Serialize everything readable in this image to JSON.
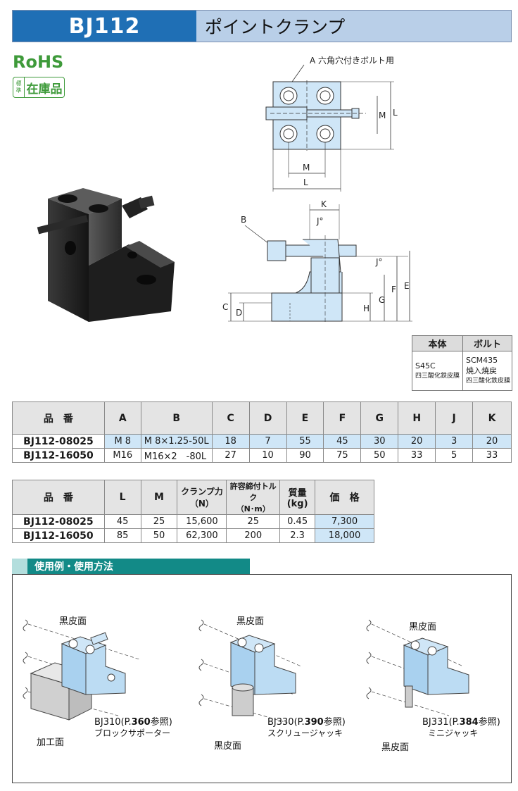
{
  "header": {
    "code": "BJ112",
    "name": "ポイントクランプ"
  },
  "badges": {
    "rohs": "RoHS",
    "stock_small": [
      "標",
      "準"
    ],
    "stock": "在庫品"
  },
  "drawing": {
    "bolt_note": "A 六角穴付きボルト用",
    "labels": {
      "M": "M",
      "L": "L",
      "K": "K",
      "J": "J°",
      "B": "B",
      "C": "C",
      "D": "D",
      "H": "H",
      "G": "G",
      "F": "F",
      "E": "E"
    }
  },
  "material": {
    "headers": [
      "本体",
      "ボルト"
    ],
    "body": [
      "S45C",
      "四三酸化鉄皮膜"
    ],
    "bolt": [
      "SCM435",
      "焼入焼戻",
      "四三酸化鉄皮膜"
    ]
  },
  "table1": {
    "headers": [
      "品　番",
      "A",
      "B",
      "C",
      "D",
      "E",
      "F",
      "G",
      "H",
      "J",
      "K"
    ],
    "rows": [
      [
        "BJ112-08025",
        "M 8",
        "M 8×1.25-50L",
        "18",
        "7",
        "55",
        "45",
        "30",
        "20",
        "3",
        "20"
      ],
      [
        "BJ112-16050",
        "M16",
        "M16×2　-80L",
        "27",
        "10",
        "90",
        "75",
        "50",
        "33",
        "5",
        "33"
      ]
    ]
  },
  "table2": {
    "headers": [
      "品　番",
      "L",
      "M",
      "クランプ力\n（N）",
      "許容締付トルク\n（N･m）",
      "質量\n(kg)",
      "価　格"
    ],
    "rows": [
      [
        "BJ112-08025",
        "45",
        "25",
        "15,600",
        "25",
        "0.45",
        "7,300"
      ],
      [
        "BJ112-16050",
        "85",
        "50",
        "62,300",
        "200",
        "2.3",
        "18,000"
      ]
    ]
  },
  "usage": {
    "title": "使用例・使用方法",
    "examples": [
      {
        "surface": "黒皮面",
        "ref": "BJ310(P.",
        "page": "360",
        "ref_tail": "参照)",
        "desc": "ブロックサポーター",
        "extra": "加工面"
      },
      {
        "surface": "黒皮面",
        "ref": "BJ330(P.",
        "page": "390",
        "ref_tail": "参照)",
        "desc": "スクリュージャッキ",
        "extra": "黒皮面"
      },
      {
        "surface": "黒皮面",
        "ref": "BJ331(P.",
        "page": "384",
        "ref_tail": "参照)",
        "desc": "ミニジャッキ",
        "extra": "黒皮面"
      }
    ]
  }
}
